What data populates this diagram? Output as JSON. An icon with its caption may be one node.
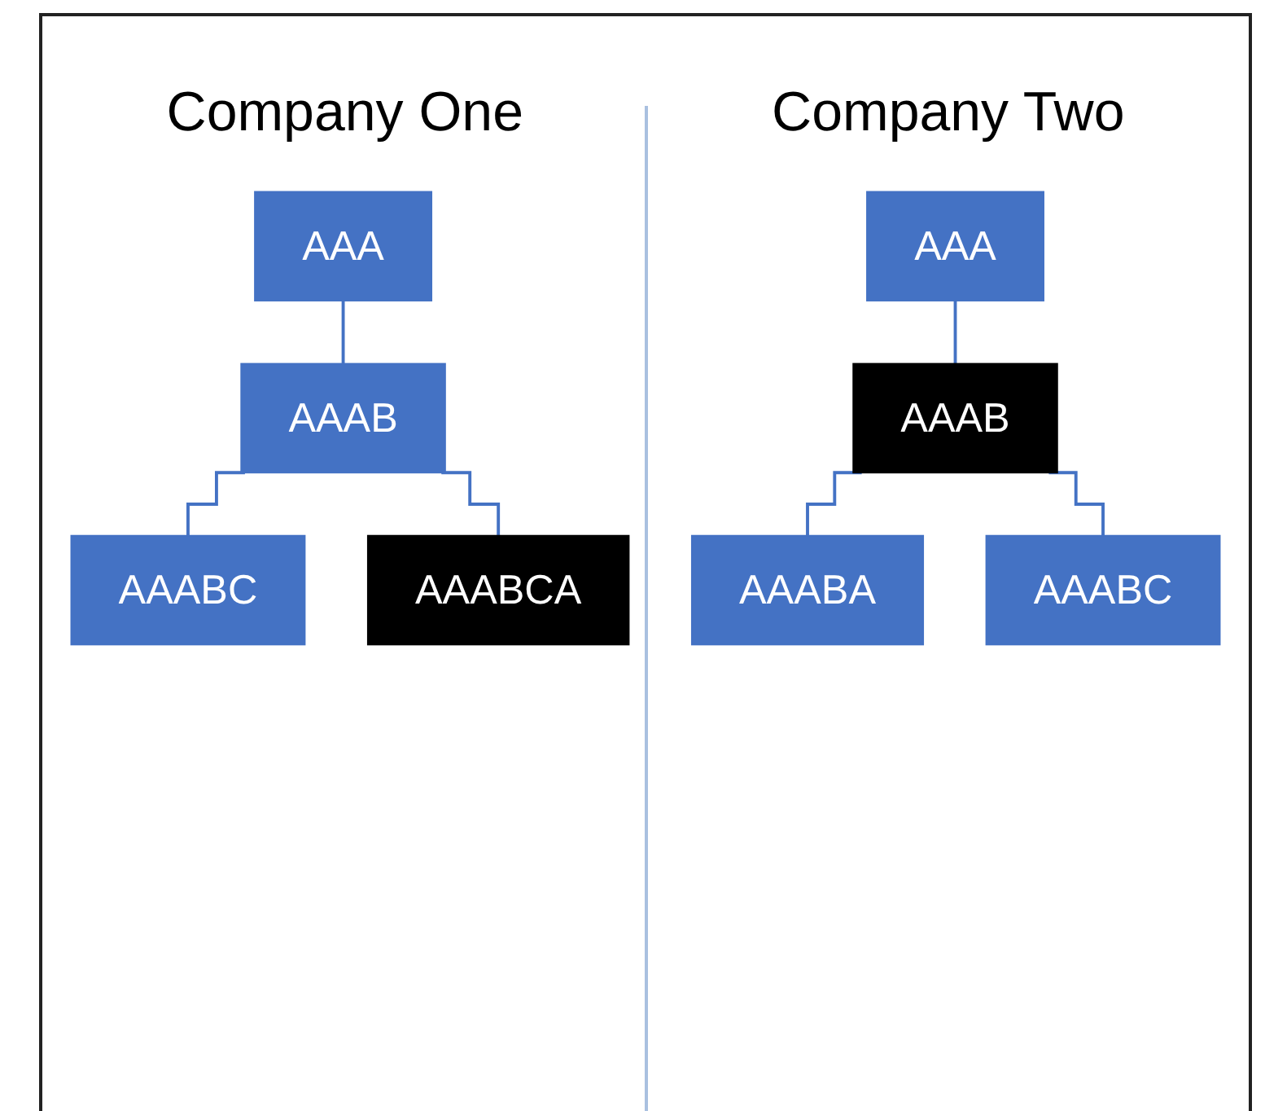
{
  "diagram": {
    "nodes": [
      {
        "text": [
          "AAA"
        ]
      },
      {
        "text": [
          "AAAB"
        ]
      },
      {
        "text": [
          "AAABC"
        ]
      },
      {
        "text": [
          "AAABCA"
        ]
      },
      {
        "text": [
          "AAA"
        ]
      },
      {
        "text": [
          "AAAB"
        ]
      },
      {
        "text": [
          "AAABA"
        ]
      },
      {
        "text": [
          "AAABC"
        ]
      }
    ],
    "edges": [
      {
        "from": 0,
        "to": 1,
        "arrow": "none"
      },
      {
        "from": 1,
        "to": 2,
        "arrow": "none"
      },
      {
        "from": 1,
        "to": 3,
        "arrow": "none"
      },
      {
        "from": 4,
        "to": 5,
        "arrow": "none"
      },
      {
        "from": 5,
        "to": 6,
        "arrow": "none"
      },
      {
        "from": 5,
        "to": 7,
        "arrow": "none"
      }
    ],
    "labels": [
      "Company One",
      "Company Two"
    ]
  }
}
